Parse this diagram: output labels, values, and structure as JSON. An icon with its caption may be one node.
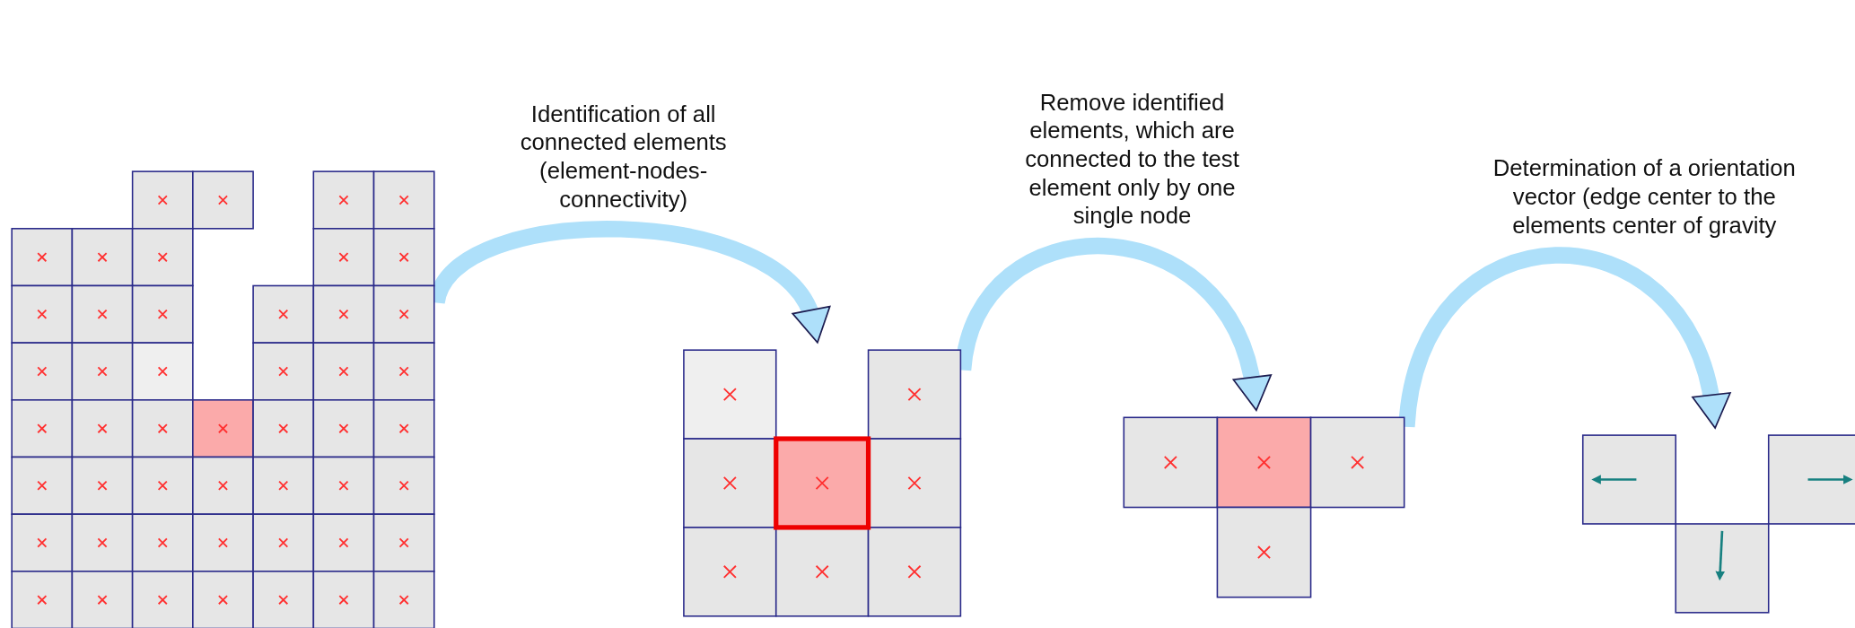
{
  "diagram": {
    "nodes": [
      {
        "text": [],
        "shape": "picture"
      },
      {
        "text": [],
        "shape": "picture"
      },
      {
        "text": [],
        "shape": "picture"
      },
      {
        "text": [],
        "shape": "picture"
      }
    ],
    "edges": [
      {
        "from": 0,
        "to": 1,
        "arrow": "to",
        "label": "Identification of all connected elements (element-nodes-connectivity)"
      },
      {
        "from": 1,
        "to": 2,
        "arrow": "to",
        "label": "Remove identified elements, which are connected to the test element  only by one single node"
      },
      {
        "from": 2,
        "to": 3,
        "arrow": "to",
        "label": "Determination of a orientation vector (edge center to the elements center of gravity"
      }
    ]
  }
}
